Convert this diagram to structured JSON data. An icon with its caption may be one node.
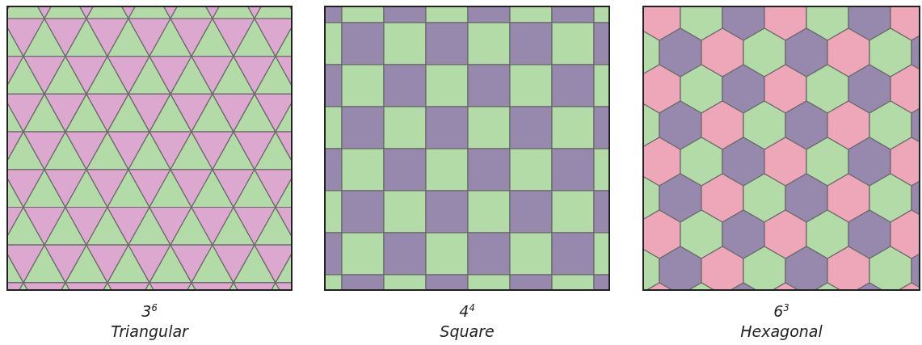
{
  "diagram": {
    "nodes": [
      {
        "text": [
          "3$^{6}$",
          "Triangular"
        ]
      },
      {
        "text": [
          "4$^{4}$",
          "Square"
        ]
      },
      {
        "text": [
          "6$^{3}$",
          "Hexagonal"
        ]
      }
    ]
  }
}
